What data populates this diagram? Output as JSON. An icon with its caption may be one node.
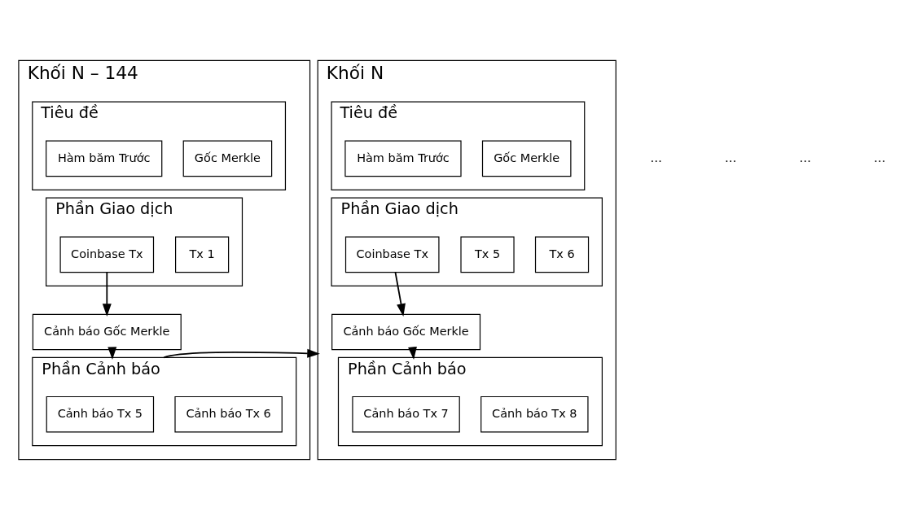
{
  "diagram": {
    "nodes": [
      {
        "text": [
          "Khối N – 144"
        ]
      },
      {
        "text": [
          "Tiêu đề"
        ],
        "in": 0
      },
      {
        "text": [
          "Hàm băm Trước"
        ],
        "in": 1
      },
      {
        "text": [
          "Gốc Merkle"
        ],
        "in": 1
      },
      {
        "text": [
          "Phần Giao dịch"
        ],
        "in": 0
      },
      {
        "text": [
          "Coinbase Tx"
        ],
        "in": 4
      },
      {
        "text": [
          "Tx 1"
        ],
        "in": 4
      },
      {
        "text": [
          "Cảnh báo Gốc Merkle"
        ],
        "in": 0
      },
      {
        "text": [
          "Phần Cảnh báo"
        ],
        "in": 0
      },
      {
        "text": [
          "Cảnh báo Tx 5"
        ],
        "in": 8
      },
      {
        "text": [
          "Cảnh báo Tx 6"
        ],
        "in": 8
      },
      {
        "text": [
          "Khối N"
        ]
      },
      {
        "text": [
          "Tiêu đề"
        ],
        "in": 11
      },
      {
        "text": [
          "Hàm băm Trước"
        ],
        "in": 12
      },
      {
        "text": [
          "Gốc Merkle"
        ],
        "in": 12
      },
      {
        "text": [
          "Phần Giao dịch"
        ],
        "in": 11
      },
      {
        "text": [
          "Coinbase Tx"
        ],
        "in": 15
      },
      {
        "text": [
          "Tx 5"
        ],
        "in": 15
      },
      {
        "text": [
          "Tx 6"
        ],
        "in": 15
      },
      {
        "text": [
          "Cảnh báo Gốc Merkle"
        ],
        "in": 11
      },
      {
        "text": [
          "Phần Cảnh báo"
        ],
        "in": 11
      },
      {
        "text": [
          "Cảnh báo Tx 7"
        ],
        "in": 20
      },
      {
        "text": [
          "Cảnh báo Tx 8"
        ],
        "in": 20
      }
    ],
    "edges": [
      {
        "from": 5,
        "to": 7,
        "arrow": "to"
      },
      {
        "from": 7,
        "to": 8,
        "arrow": "to"
      },
      {
        "from": 8,
        "to": 11,
        "arrow": "to"
      },
      {
        "from": 16,
        "to": 19,
        "arrow": "to"
      },
      {
        "from": 19,
        "to": 20,
        "arrow": "to"
      }
    ],
    "labels": [
      "…",
      "…",
      "…",
      "…"
    ]
  }
}
